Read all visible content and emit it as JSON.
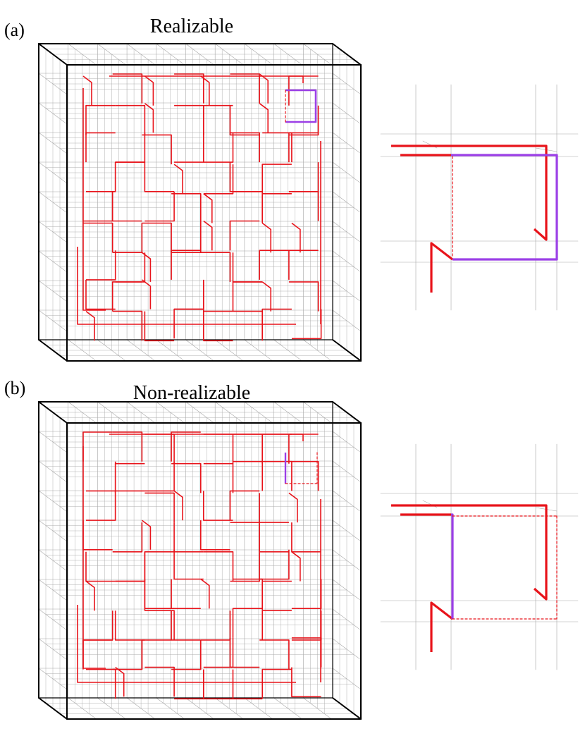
{
  "panels": [
    {
      "letter": "(a)",
      "title": "Realizable"
    },
    {
      "letter": "(b)",
      "title": "Non-realizable"
    }
  ],
  "colors": {
    "path": "#e8141b",
    "highlight": "#9b3fe6",
    "grid": "#a8a8a8",
    "frame": "#000000"
  }
}
